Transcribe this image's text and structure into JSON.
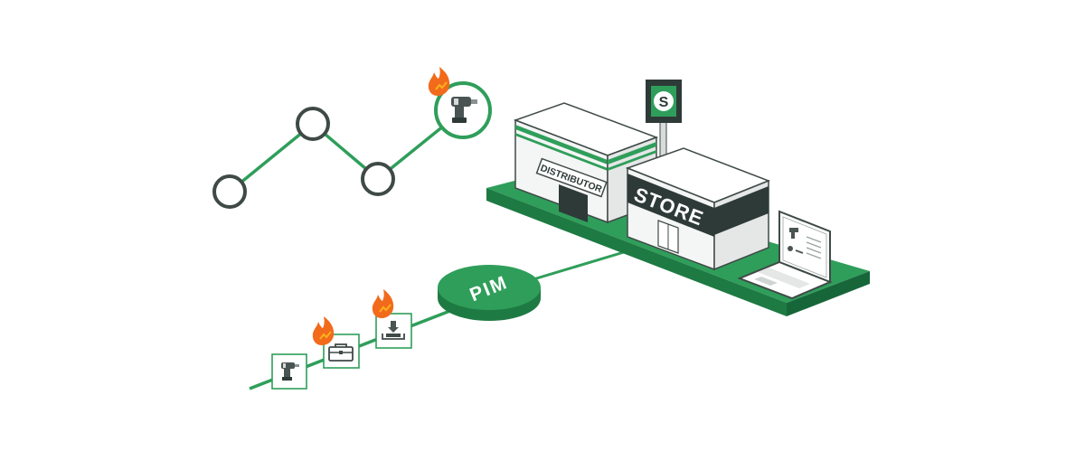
{
  "labels": {
    "pim": "PIM",
    "distributor": "DISTRIBUTOR",
    "store": "STORE",
    "store_sign_letter": "S"
  },
  "colors": {
    "accent_green": "#2f9e5a",
    "dark_green": "#1e7a43",
    "outline": "#3f4a47",
    "dark_slate": "#2e3a38",
    "flame_orange": "#f26a1b",
    "flame_yellow": "#fbb21b"
  },
  "icons": {
    "product_nodes": [
      "drill-icon",
      "toolbox-icon",
      "install-tool-icon"
    ],
    "trend_badge": "fire-trend-icon",
    "store_sign": "s-sign-icon",
    "device": "laptop-icon"
  }
}
